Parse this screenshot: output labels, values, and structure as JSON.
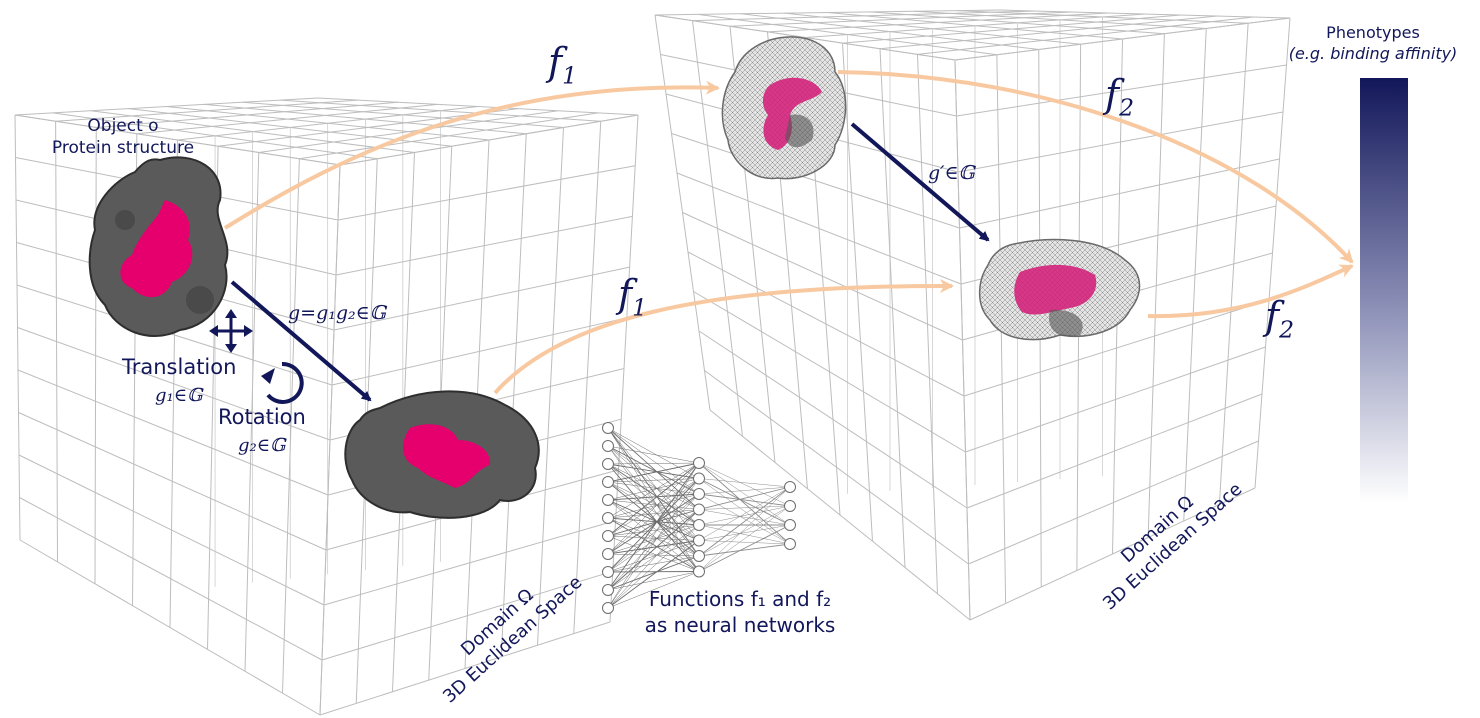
{
  "labels": {
    "object_title": "Object o",
    "object_subtitle": "Protein structure",
    "transform_main": "g=g₁g₂∈𝔾",
    "translation": "Translation",
    "translation_group": "g₁∈𝔾",
    "rotation": "Rotation",
    "rotation_group": "g₂∈𝔾",
    "transform_prime": "g′∈𝔾",
    "f1_name": "f",
    "f1_sub": "1",
    "f2_name": "f",
    "f2_sub": "2",
    "nn_caption_line1": "Functions f₁ and f₂",
    "nn_caption_line2": "as neural networks",
    "domain_left_line1": "Domain Ω",
    "domain_left_line2": "3D Euclidean Space",
    "domain_right_line1": "Domain Ω",
    "domain_right_line2": "3D Euclidean Space",
    "phenotypes_line1": "Phenotypes",
    "phenotypes_line2": "(e.g. binding affinity)"
  },
  "colors": {
    "navy": "#12175a",
    "arrow_peach": "#f8c9a0",
    "protein_gray": "#5a5a5a",
    "protein_mesh": "#9a9a9a",
    "binding_site_pink": "#e5006e",
    "grid": "#b9b9b9"
  },
  "icons": [
    "four-way-move-icon",
    "rotation-arrow-icon"
  ]
}
